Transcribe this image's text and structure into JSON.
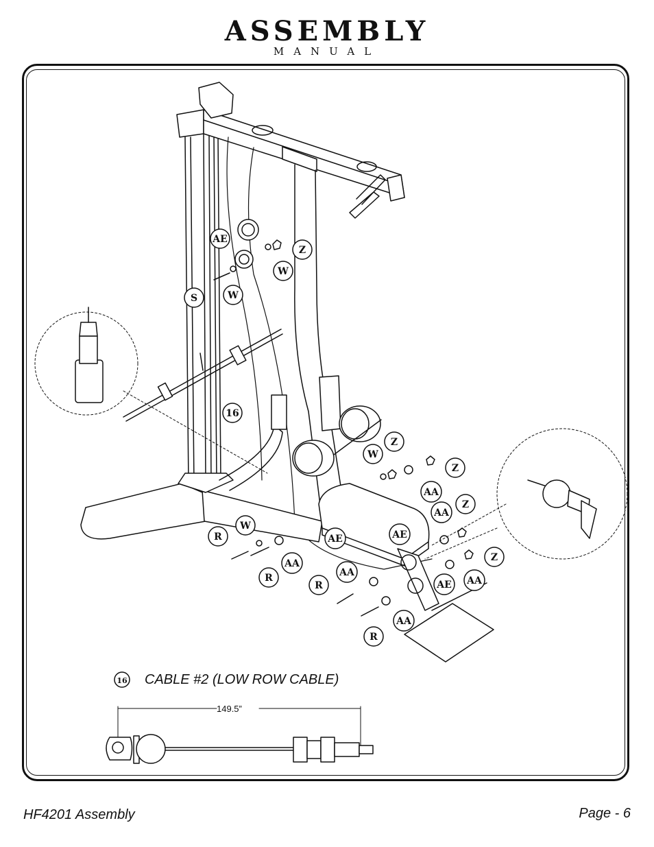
{
  "header": {
    "title": "ASSEMBLY",
    "subtitle": "MANUAL"
  },
  "parts": {
    "AE": "AE",
    "Z": "Z",
    "W": "W",
    "S": "S",
    "R": "R",
    "AA": "AA",
    "cable_number": "16"
  },
  "cable": {
    "number": "16",
    "caption": "CABLE #2 (LOW ROW CABLE)",
    "length": "149.5”"
  },
  "footer": {
    "model": "HF4201 Assembly",
    "page": "Page - 6"
  }
}
